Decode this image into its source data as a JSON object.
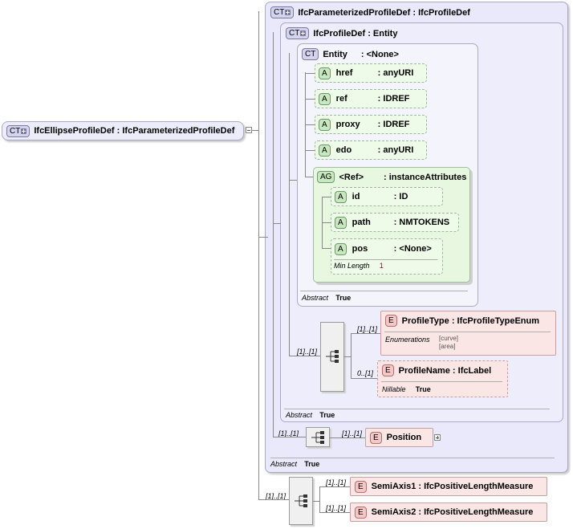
{
  "root": {
    "badge": "CT",
    "label": "IfcEllipseProfileDef : IfcParameterizedProfileDef"
  },
  "param_profile": {
    "badge": "CT",
    "label": "IfcParameterizedProfileDef : IfcProfileDef",
    "abstract_label": "Abstract",
    "abstract_value": "True"
  },
  "profile_def": {
    "badge": "CT",
    "label": "IfcProfileDef : Entity",
    "abstract_label": "Abstract",
    "abstract_value": "True"
  },
  "entity": {
    "badge": "CT",
    "label": "Entity",
    "type": ": <None>",
    "abstract_label": "Abstract",
    "abstract_value": "True"
  },
  "attributes": [
    {
      "badge": "A",
      "name": "href",
      "type": ": anyURI"
    },
    {
      "badge": "A",
      "name": "ref",
      "type": ": IDREF"
    },
    {
      "badge": "A",
      "name": "proxy",
      "type": ": IDREF"
    },
    {
      "badge": "A",
      "name": "edo",
      "type": ": anyURI"
    }
  ],
  "attr_group": {
    "badge": "AG",
    "name": "<Ref>",
    "type": ": instanceAttributes",
    "attributes": [
      {
        "badge": "A",
        "name": "id",
        "type": ": ID"
      },
      {
        "badge": "A",
        "name": "path",
        "type": ": NMTOKENS"
      },
      {
        "badge": "A",
        "name": "pos",
        "type": ": <None>",
        "meta_label": "Min Length",
        "meta_value": "1"
      }
    ]
  },
  "profile_type": {
    "badge": "E",
    "label": "ProfileType : IfcProfileTypeEnum",
    "card": "[1]..[1]",
    "meta_label": "Enumerations",
    "enum_values": [
      "[curve]",
      "[area]"
    ]
  },
  "profile_name": {
    "badge": "E",
    "label": "ProfileName : IfcLabel",
    "card": "0..[1]",
    "meta_label": "Nillable",
    "meta_value": "True"
  },
  "seq1_card": "[1]..[1]",
  "position": {
    "badge": "E",
    "label": "Position",
    "card": "[1]..[1]",
    "seq_card": "[1]..[1]"
  },
  "semi_axes": {
    "seq_card": "[1]..[1]",
    "items": [
      {
        "badge": "E",
        "label": "SemiAxis1 : IfcPositiveLengthMeasure",
        "card": "[1]..[1]"
      },
      {
        "badge": "E",
        "label": "SemiAxis2 : IfcPositiveLengthMeasure",
        "card": "[1]..[1]"
      }
    ]
  },
  "colors": {
    "ct_fill": "#e9e9fb",
    "attr_fill": "#eefbe8",
    "elem_fill": "#fbe6e6",
    "card_red": "#cc0000"
  }
}
